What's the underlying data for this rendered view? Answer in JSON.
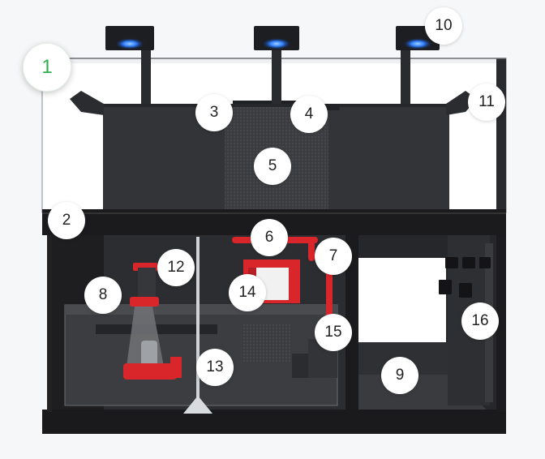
{
  "hotspots": [
    {
      "id": "1",
      "label": "1",
      "active": true
    },
    {
      "id": "2",
      "label": "2"
    },
    {
      "id": "3",
      "label": "3"
    },
    {
      "id": "4",
      "label": "4"
    },
    {
      "id": "5",
      "label": "5"
    },
    {
      "id": "6",
      "label": "6"
    },
    {
      "id": "7",
      "label": "7"
    },
    {
      "id": "8",
      "label": "8"
    },
    {
      "id": "9",
      "label": "9"
    },
    {
      "id": "10",
      "label": "10"
    },
    {
      "id": "11",
      "label": "11"
    },
    {
      "id": "12",
      "label": "12"
    },
    {
      "id": "13",
      "label": "13"
    },
    {
      "id": "14",
      "label": "14"
    },
    {
      "id": "15",
      "label": "15"
    },
    {
      "id": "16",
      "label": "16"
    }
  ],
  "colors": {
    "active_marker_text": "#2fae4f",
    "marker_fill": "#ffffff",
    "equipment_red": "#d9262b",
    "led_blue": "#2f7dff",
    "cabinet": "#1e1e20"
  }
}
